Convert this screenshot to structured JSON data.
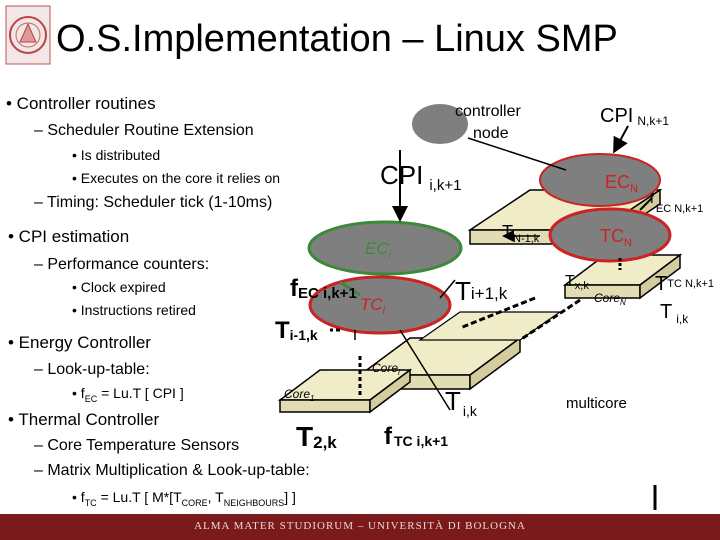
{
  "slide": {
    "title": "O.S.Implementation – Linux SMP",
    "footer": "ALMA MATER STUDIORUM – UNIVERSITÀ DI BOLOGNA"
  },
  "bullets": {
    "controller": "• Controller routines",
    "scheduler_ext": "– Scheduler Routine Extension",
    "distributed": "• Is distributed",
    "executes": "• Executes on the core it relies on",
    "timing": "– Timing: Scheduler tick (1-10ms)",
    "cpi_est": "• CPI estimation",
    "perf": "– Performance counters:",
    "clock": "• Clock expired",
    "instr": "• Instructions retired",
    "energy": "• Energy Controller",
    "lut": "– Look-up-table:",
    "fec_pre": "• f",
    "fec_sub": "EC",
    "fec_post": " = Lu.T [ CPI ]",
    "thermal": "• Thermal Controller",
    "temp": "– Core Temperature Sensors",
    "matrix": "– Matrix Multiplication & Look-up-table:",
    "ftc_pre": "• f",
    "ftc_sub": "TC",
    "ftc_mid": " = Lu.T [ M*[T",
    "ftc_core": "CORE",
    "ftc_sep": ", T",
    "ftc_neigh": "NEIGHBOURS",
    "ftc_end": "] ]"
  },
  "diagram": {
    "controller_node": [
      "controller",
      "node"
    ],
    "cpi_nk1": "CPI",
    "cpi_nk1_sub": "N,k+1",
    "cpi_ik1": "CPI",
    "cpi_ik1_sub": "i,k+1",
    "ec_n": "EC",
    "ec_n_sub": "N",
    "f_ec_nk1": "f",
    "f_ec_nk1_sub": "EC N,k+1",
    "t_n1k": "T",
    "t_n1k_sub": "N-1,k",
    "tc_n": "TC",
    "tc_n_sub": "N",
    "ec_i": "EC",
    "ec_i_sub": "i",
    "f_ec_ik1": "f",
    "f_ec_ik1_sub": "EC i,k+1",
    "t_i1k1": "T",
    "t_i1k1_sub": "i+1,k",
    "t_xk": "T",
    "t_xk_sub": "x,k",
    "core_n": "Core",
    "core_n_sub": "N",
    "t_tc_nk1": "T",
    "t_tc_nk1_sub": "TC N,k+1",
    "t_ik_right": "T",
    "t_ik_right_sub": "i,k",
    "tc_i": "TC",
    "tc_i_sub": "i",
    "t_im1k": "T",
    "t_im1k_sub": "i-1,k",
    "core_i": "Core",
    "core_i_sub": "i",
    "core_1": "Core",
    "core_1_sub": "1",
    "multicore": "multicore",
    "t_ik_bottom": "T",
    "t_ik_bottom_sub": "i,k",
    "t_2k": "T",
    "t_2k_sub": "2,k",
    "f_tc_ik1": "f",
    "f_tc_ik1_sub": "TC i,k+1"
  },
  "colors": {
    "footer": "#7a1a1a",
    "ec_green": "#3a8a3a",
    "tc_red": "#cc2222",
    "core_face": "#f1ecc8",
    "ellipse_fill": "#7f7f7f"
  }
}
